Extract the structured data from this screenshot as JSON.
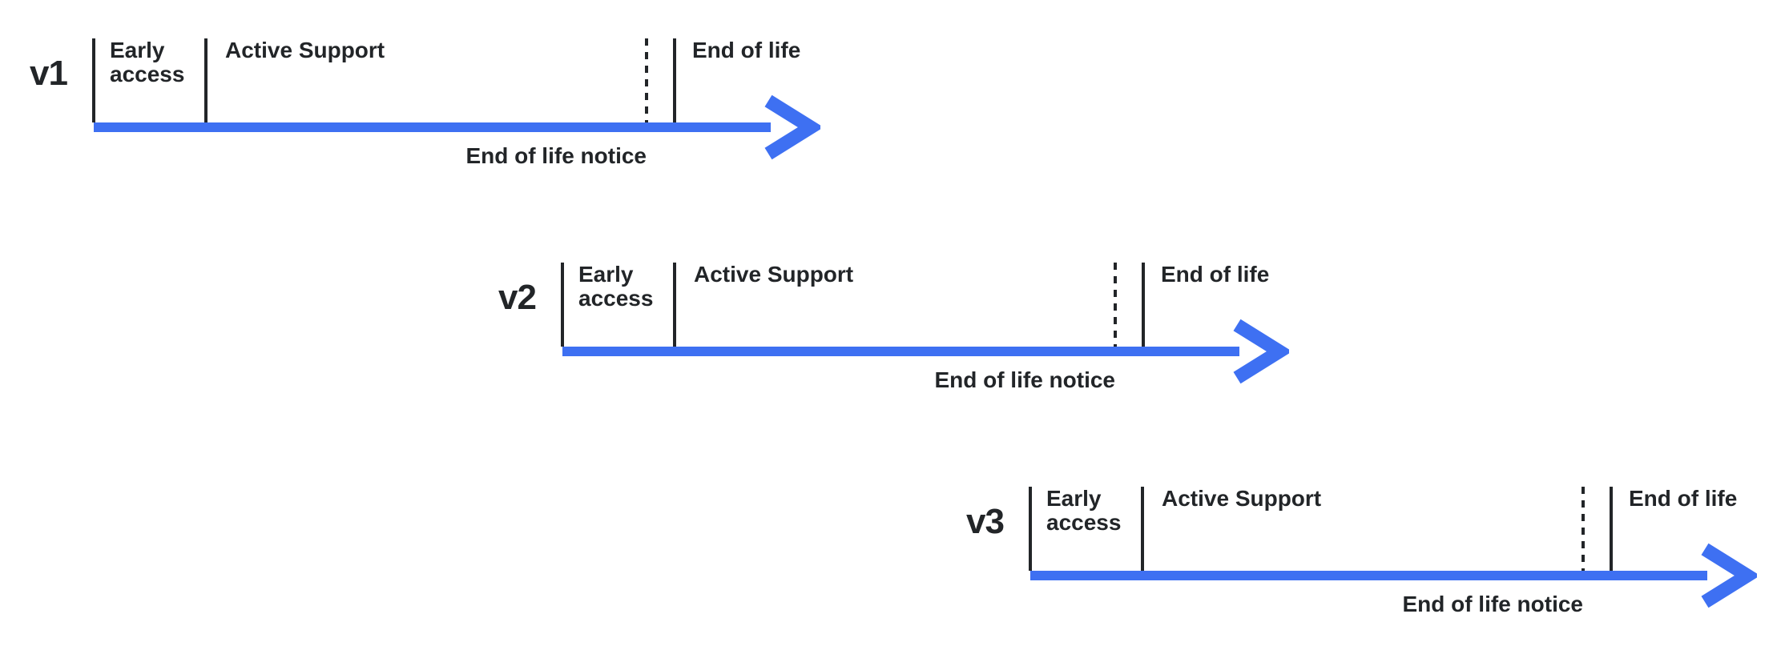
{
  "diagram": {
    "name": "Release version lifecycle timelines",
    "background_color": "#ffffff",
    "arrow_color": "#3E70F2",
    "ink_color": "#222528",
    "timelines": [
      {
        "version": "v1",
        "labels": {
          "early_access": "Early access",
          "active_support": "Active Support",
          "end_of_life": "End of life",
          "eol_notice": "End of life notice"
        }
      },
      {
        "version": "v2",
        "labels": {
          "early_access": "Early access",
          "active_support": "Active Support",
          "end_of_life": "End of life",
          "eol_notice": "End of life notice"
        }
      },
      {
        "version": "v3",
        "labels": {
          "early_access": "Early access",
          "active_support": "Active Support",
          "end_of_life": "End of life",
          "eol_notice": "End of life notice"
        }
      }
    ]
  }
}
